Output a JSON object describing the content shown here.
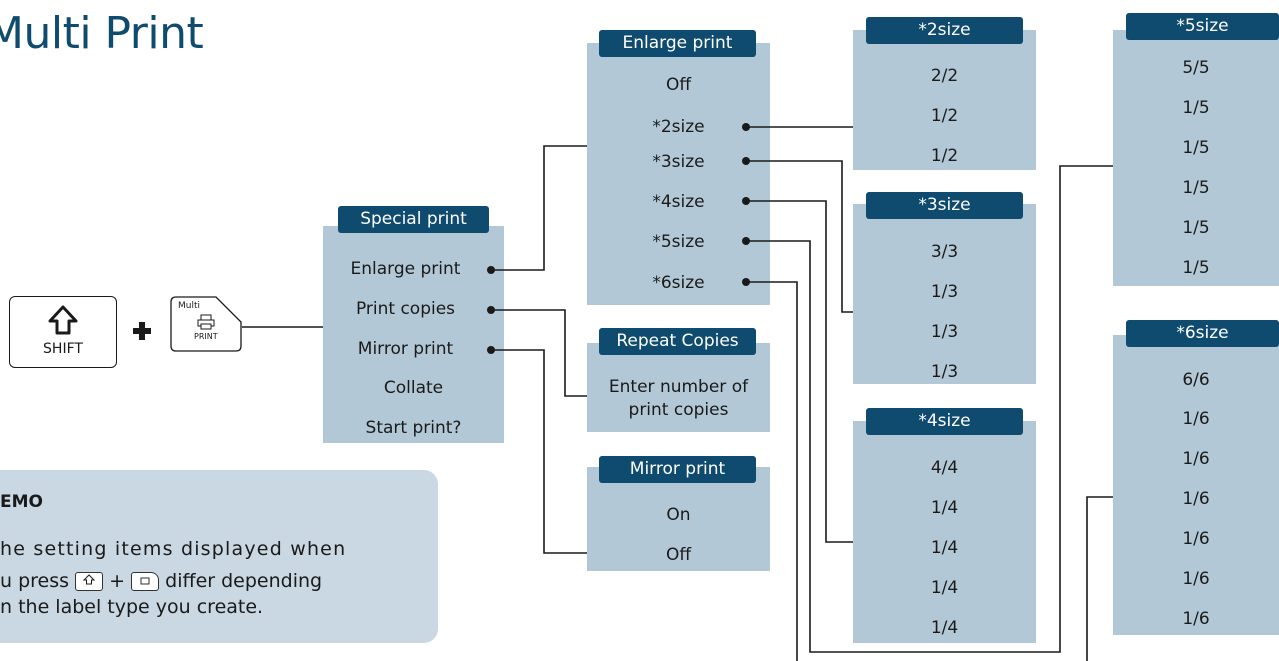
{
  "title": "Multi Print",
  "keys": {
    "shift_label": "SHIFT",
    "multi_label": "Multi",
    "print_label": "PRINT",
    "plus": "+"
  },
  "special_print": {
    "header": "Special print",
    "items": [
      "Enlarge print",
      "Print copies",
      "Mirror print",
      "Collate",
      "Start print?"
    ]
  },
  "enlarge_print": {
    "header": "Enlarge print",
    "items": [
      "Off",
      "*2size",
      "*3size",
      "*4size",
      "*5size",
      "*6size"
    ]
  },
  "repeat_copies": {
    "header": "Repeat Copies",
    "line1": "Enter number of",
    "line2": "print copies"
  },
  "mirror_print": {
    "header": "Mirror print",
    "items": [
      "On",
      "Off"
    ]
  },
  "size2": {
    "header": "*2size",
    "items": [
      "2/2",
      "1/2",
      "1/2"
    ]
  },
  "size3": {
    "header": "*3size",
    "items": [
      "3/3",
      "1/3",
      "1/3",
      "1/3"
    ]
  },
  "size4": {
    "header": "*4size",
    "items": [
      "4/4",
      "1/4",
      "1/4",
      "1/4",
      "1/4"
    ]
  },
  "size5": {
    "header": "*5size",
    "items": [
      "5/5",
      "1/5",
      "1/5",
      "1/5",
      "1/5",
      "1/5"
    ]
  },
  "size6": {
    "header": "*6size",
    "items": [
      "6/6",
      "1/6",
      "1/6",
      "1/6",
      "1/6",
      "1/6",
      "1/6"
    ]
  },
  "memo": {
    "title": "EMO",
    "line1": "he setting items displayed when",
    "line2_pre": "u press",
    "line2_plus": "+",
    "line2_post": "differ depending",
    "line3": "n the label type you create."
  },
  "colors": {
    "header": "#0f4b6e",
    "panel": "#b3c8d6",
    "memo": "#c9d8e2",
    "title": "#0f4b6e"
  }
}
